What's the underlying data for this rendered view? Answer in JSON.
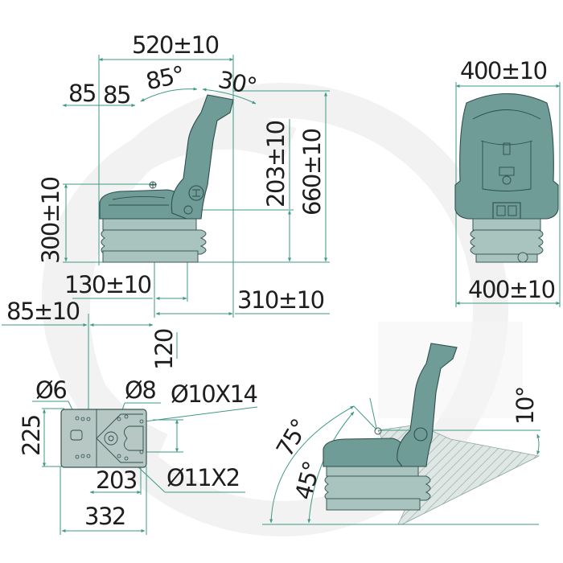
{
  "diagram": {
    "subject": "Suspension seat technical dimension drawing",
    "colors": {
      "dimension_line": "#3f9a86",
      "seat_fill": "#6f9c97",
      "seat_outline": "#2f4e4c",
      "suspension_fill": "#a9c4bf",
      "text": "#1e1e1e",
      "watermark": "#f2f2f2",
      "hatch": "#a9bab6"
    },
    "side_view": {
      "overall_depth": "520±10",
      "backrest_fore": "85",
      "backrest_aft": "85",
      "backrest_angle_forward": "85°",
      "backrest_angle_rear": "30°",
      "seat_height": "300±10",
      "backrest_pivot_height": "203±10",
      "overall_height": "660±10",
      "pivot_offset": "130±10",
      "rear_depth": "310±10",
      "fore_aft_adjust": "85±10",
      "vertical_offset": "120"
    },
    "front_view": {
      "top_width": "400±10",
      "bottom_width": "400±10"
    },
    "mounting_plate": {
      "hole_small": "Ø6",
      "hole_medium": "Ø8",
      "slot": "Ø10X14",
      "hole_pair": "Ø11X2",
      "height": "225",
      "hole_spacing": "203",
      "width": "332"
    },
    "tilt_view": {
      "angle_large": "75°",
      "angle_small": "45°",
      "floor_angle": "10°"
    }
  }
}
